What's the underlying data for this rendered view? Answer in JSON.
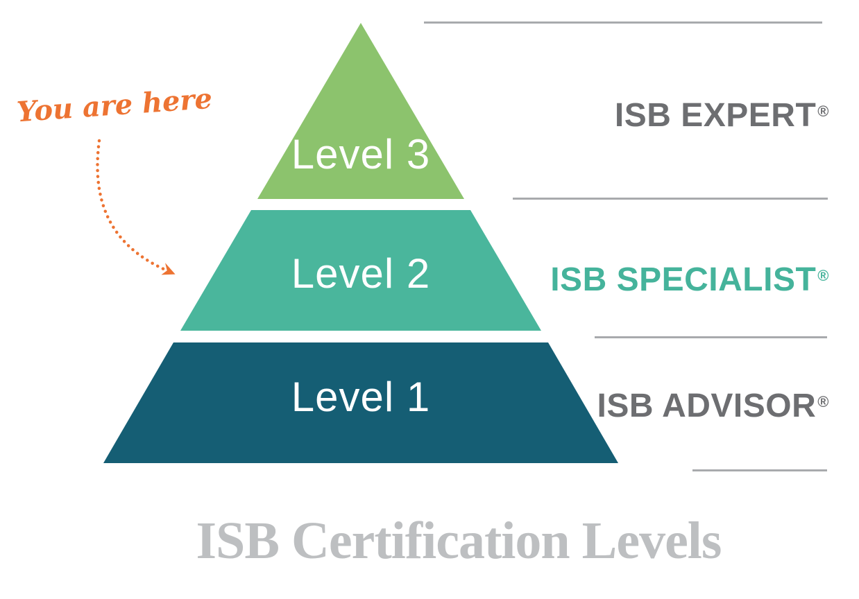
{
  "annotation": {
    "text": "You are here",
    "color": "#ED7332"
  },
  "pyramid": {
    "label_color": "#FFFFFF",
    "levels": [
      {
        "label": "Level 3",
        "fill": "#8CC36D",
        "cert": "ISB EXPERT",
        "reg_mark": "®",
        "cert_color": "#6D6E71"
      },
      {
        "label": "Level 2",
        "fill": "#4AB69C",
        "cert": "ISB SPECIALIST",
        "reg_mark": "®",
        "cert_color": "#45B39B"
      },
      {
        "label": "Level 1",
        "fill": "#155E74",
        "cert": "ISB ADVISOR",
        "reg_mark": "®",
        "cert_color": "#6D6E71"
      }
    ]
  },
  "dividers": {
    "color": "#A8AAAD"
  },
  "title": {
    "text": "ISB Certification Levels",
    "color": "#BDBFC1"
  }
}
